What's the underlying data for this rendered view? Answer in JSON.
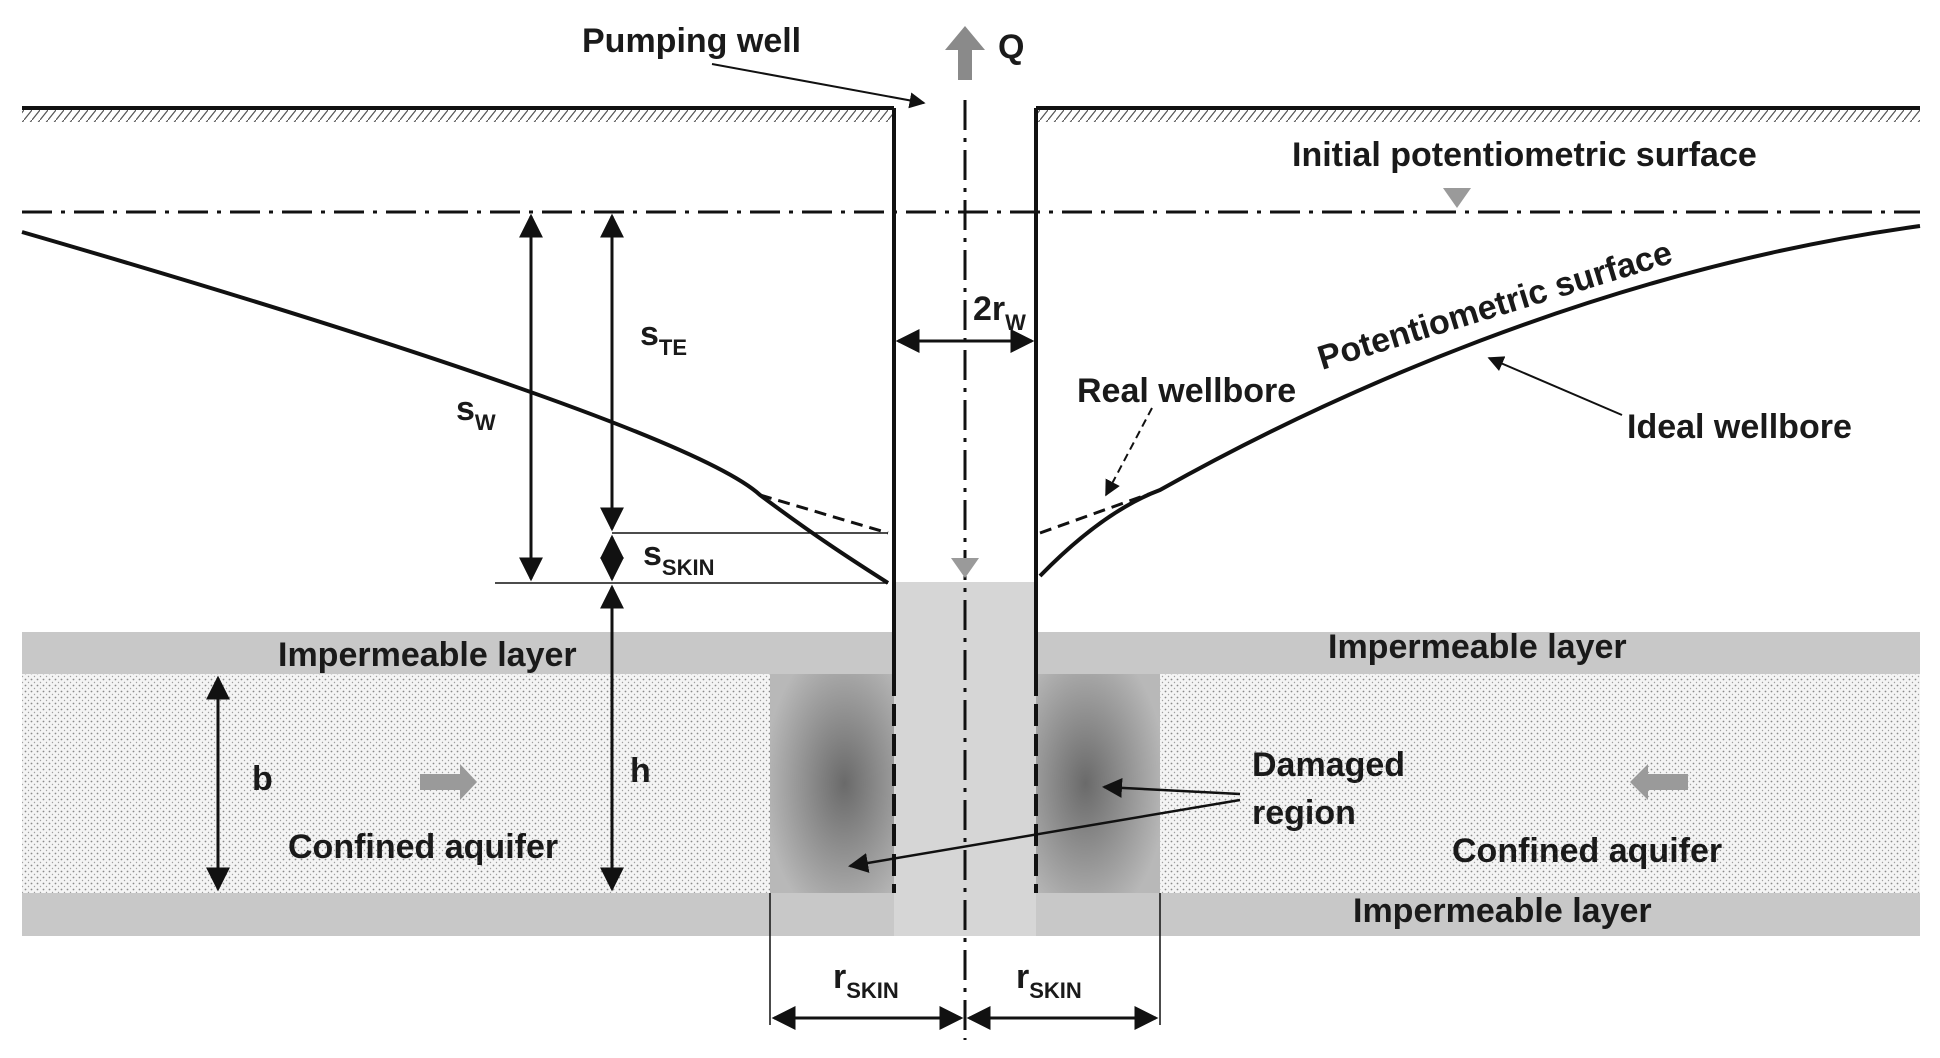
{
  "labels": {
    "pumping_well": "Pumping well",
    "q": "Q",
    "initial_surface": "Initial potentiometric surface",
    "potentiometric_surface": "Potentiometric surface",
    "real_wellbore": "Real wellbore",
    "ideal_wellbore": "Ideal wellbore",
    "impermeable_layer_left_top": "Impermeable layer",
    "impermeable_layer_right_top": "Impermeable layer",
    "impermeable_layer_bottom": "Impermeable layer",
    "confined_aquifer_left": "Confined aquifer",
    "confined_aquifer_right": "Confined aquifer",
    "damaged_region_line1": "Damaged",
    "damaged_region_line2": "region",
    "b": "b",
    "h": "h",
    "s_w_main": "s",
    "s_w_sub": "W",
    "s_te_main": "s",
    "s_te_sub": "TE",
    "s_skin_main": "s",
    "s_skin_sub": "SKIN",
    "two_rw_main": "2r",
    "two_rw_sub": "W",
    "r_skin_left_main": "r",
    "r_skin_left_sub": "SKIN",
    "r_skin_right_main": "r",
    "r_skin_right_sub": "SKIN"
  },
  "colors": {
    "line": "#111111",
    "impermeable": "#c8c8c8",
    "well_column": "#d4d4d4",
    "aquifer_fill": "#f3f3f3",
    "damaged_dark": "#707070",
    "flow_arrow": "#9a9a9a"
  }
}
